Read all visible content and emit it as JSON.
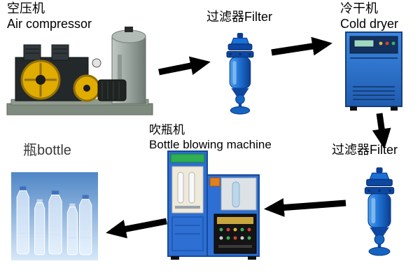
{
  "diagram": {
    "title_implicit": "Bottle blowing production line flow",
    "nodes": {
      "air_compressor": {
        "label_zh": "空压机",
        "label_en": "Air compressor"
      },
      "filter_top": {
        "label": "过滤器Filter"
      },
      "cold_dryer": {
        "label_zh": "冷干机",
        "label_en": "Cold dryer"
      },
      "filter_right": {
        "label": "过滤器Filter"
      },
      "bottle_machine": {
        "label_zh": "吹瓶机",
        "label_en": "Bottle blowing machine"
      },
      "bottles": {
        "label": "瓶bottle"
      }
    },
    "connections": [
      {
        "from": "air_compressor",
        "to": "filter_top"
      },
      {
        "from": "filter_top",
        "to": "cold_dryer"
      },
      {
        "from": "cold_dryer",
        "to": "filter_right"
      },
      {
        "from": "filter_right",
        "to": "bottle_machine"
      },
      {
        "from": "bottle_machine",
        "to": "bottles"
      }
    ],
    "colors": {
      "arrow": "#000000",
      "filter_blue": "#1565c0",
      "dryer_blue": "#2d7bd6",
      "machine_blue": "#2d6fd3",
      "flywheel_yellow": "#e0ac00",
      "background": "#ffffff"
    }
  }
}
